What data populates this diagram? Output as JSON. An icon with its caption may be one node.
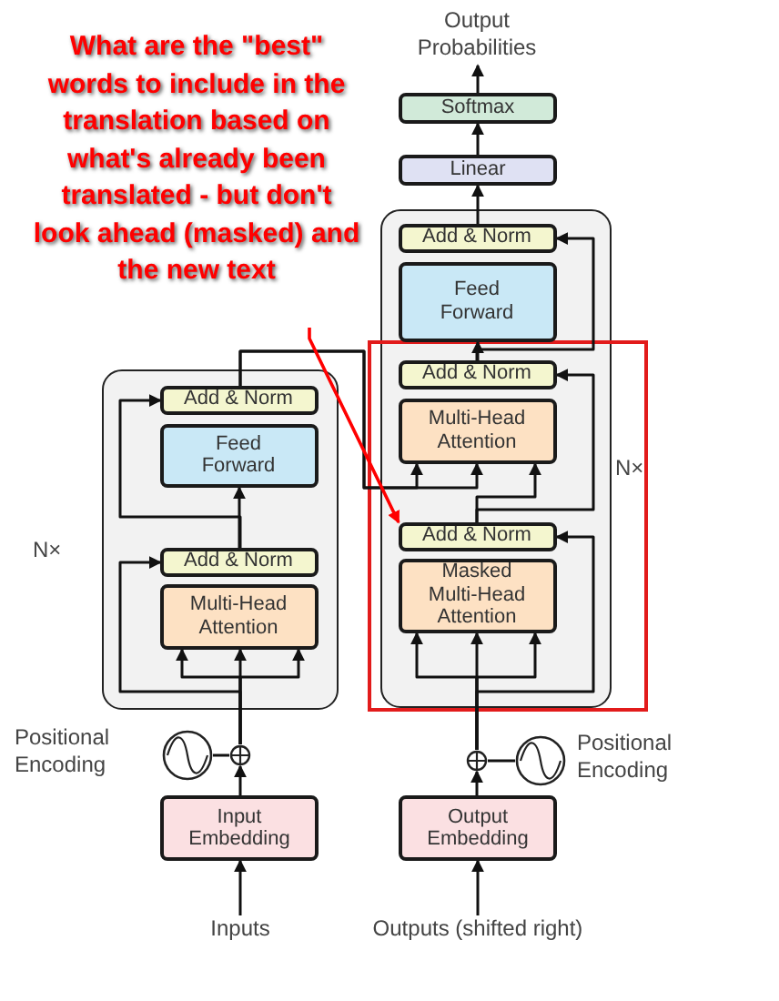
{
  "diagram": {
    "nodes": [
      {
        "text": [
          "What are the \"best\" words to include in the translation based on what's already been translated - but don't look ahead (masked) and the new text"
        ]
      },
      {
        "text": [
          "Output Probabilities"
        ]
      },
      {
        "text": [
          "Softmax"
        ]
      },
      {
        "text": [
          "Linear"
        ]
      },
      {
        "text": [],
        "shape": "box",
        "beside": [
          "N×"
        ]
      },
      {
        "text": [
          "Add & Norm"
        ],
        "in": 4
      },
      {
        "text": [
          "Feed Forward"
        ],
        "in": 4
      },
      {
        "text": [
          "Add & Norm"
        ],
        "in": 4
      },
      {
        "text": [
          "Multi-Head Attention"
        ],
        "in": 4
      },
      {
        "text": [
          "Add & Norm"
        ],
        "in": 4
      },
      {
        "text": [
          "Masked Multi-Head Attention"
        ],
        "in": 4
      },
      {
        "text": [],
        "shape": "box",
        "beside": [
          "N×"
        ]
      },
      {
        "text": [
          "Add & Norm"
        ],
        "in": 11
      },
      {
        "text": [
          "Feed Forward"
        ],
        "in": 11
      },
      {
        "text": [
          "Add & Norm"
        ],
        "in": 11
      },
      {
        "text": [
          "Multi-Head Attention"
        ],
        "in": 11
      },
      {
        "text": [],
        "shape": "circle",
        "beside": [
          "Positional Encoding"
        ]
      },
      {
        "text": [],
        "shape": "circle"
      },
      {
        "text": [
          "Input Embedding"
        ]
      },
      {
        "text": [
          "Inputs"
        ]
      },
      {
        "text": [],
        "shape": "circle"
      },
      {
        "text": [],
        "shape": "circle",
        "beside": [
          "Positional Encoding"
        ]
      },
      {
        "text": [
          "Output Embedding"
        ]
      },
      {
        "text": [
          "Outputs (shifted right)"
        ]
      }
    ],
    "edges": [
      {
        "from": 19,
        "to": 18,
        "arrow": "to"
      },
      {
        "from": 18,
        "to": 17,
        "arrow": "to"
      },
      {
        "from": 16,
        "to": 17,
        "arrow": "none"
      },
      {
        "from": 17,
        "to": 15,
        "arrow": "to"
      },
      {
        "from": 17,
        "to": 15,
        "arrow": "to"
      },
      {
        "from": 17,
        "to": 15,
        "arrow": "to"
      },
      {
        "from": 17,
        "to": 14,
        "arrow": "to"
      },
      {
        "from": 14,
        "to": 13,
        "arrow": "to"
      },
      {
        "from": 14,
        "to": 12,
        "arrow": "to"
      },
      {
        "from": 12,
        "to": 8,
        "arrow": "to"
      },
      {
        "from": 12,
        "to": 8,
        "arrow": "to"
      },
      {
        "from": 9,
        "to": 8,
        "arrow": "to"
      },
      {
        "from": 9,
        "to": 7,
        "arrow": "to"
      },
      {
        "from": 7,
        "to": 6,
        "arrow": "to"
      },
      {
        "from": 7,
        "to": 5,
        "arrow": "to"
      },
      {
        "from": 5,
        "to": 3,
        "arrow": "to"
      },
      {
        "from": 3,
        "to": 2,
        "arrow": "to"
      },
      {
        "from": 2,
        "to": 1,
        "arrow": "to"
      },
      {
        "from": 23,
        "to": 22,
        "arrow": "to"
      },
      {
        "from": 22,
        "to": 20,
        "arrow": "to"
      },
      {
        "from": 21,
        "to": 20,
        "arrow": "none"
      },
      {
        "from": 20,
        "to": 10,
        "arrow": "to"
      },
      {
        "from": 20,
        "to": 10,
        "arrow": "to"
      },
      {
        "from": 20,
        "to": 10,
        "arrow": "to"
      },
      {
        "from": 20,
        "to": 9,
        "arrow": "to"
      },
      {
        "from": 0,
        "to": 9,
        "arrow": "to",
        "color": "#ff0000"
      }
    ]
  }
}
